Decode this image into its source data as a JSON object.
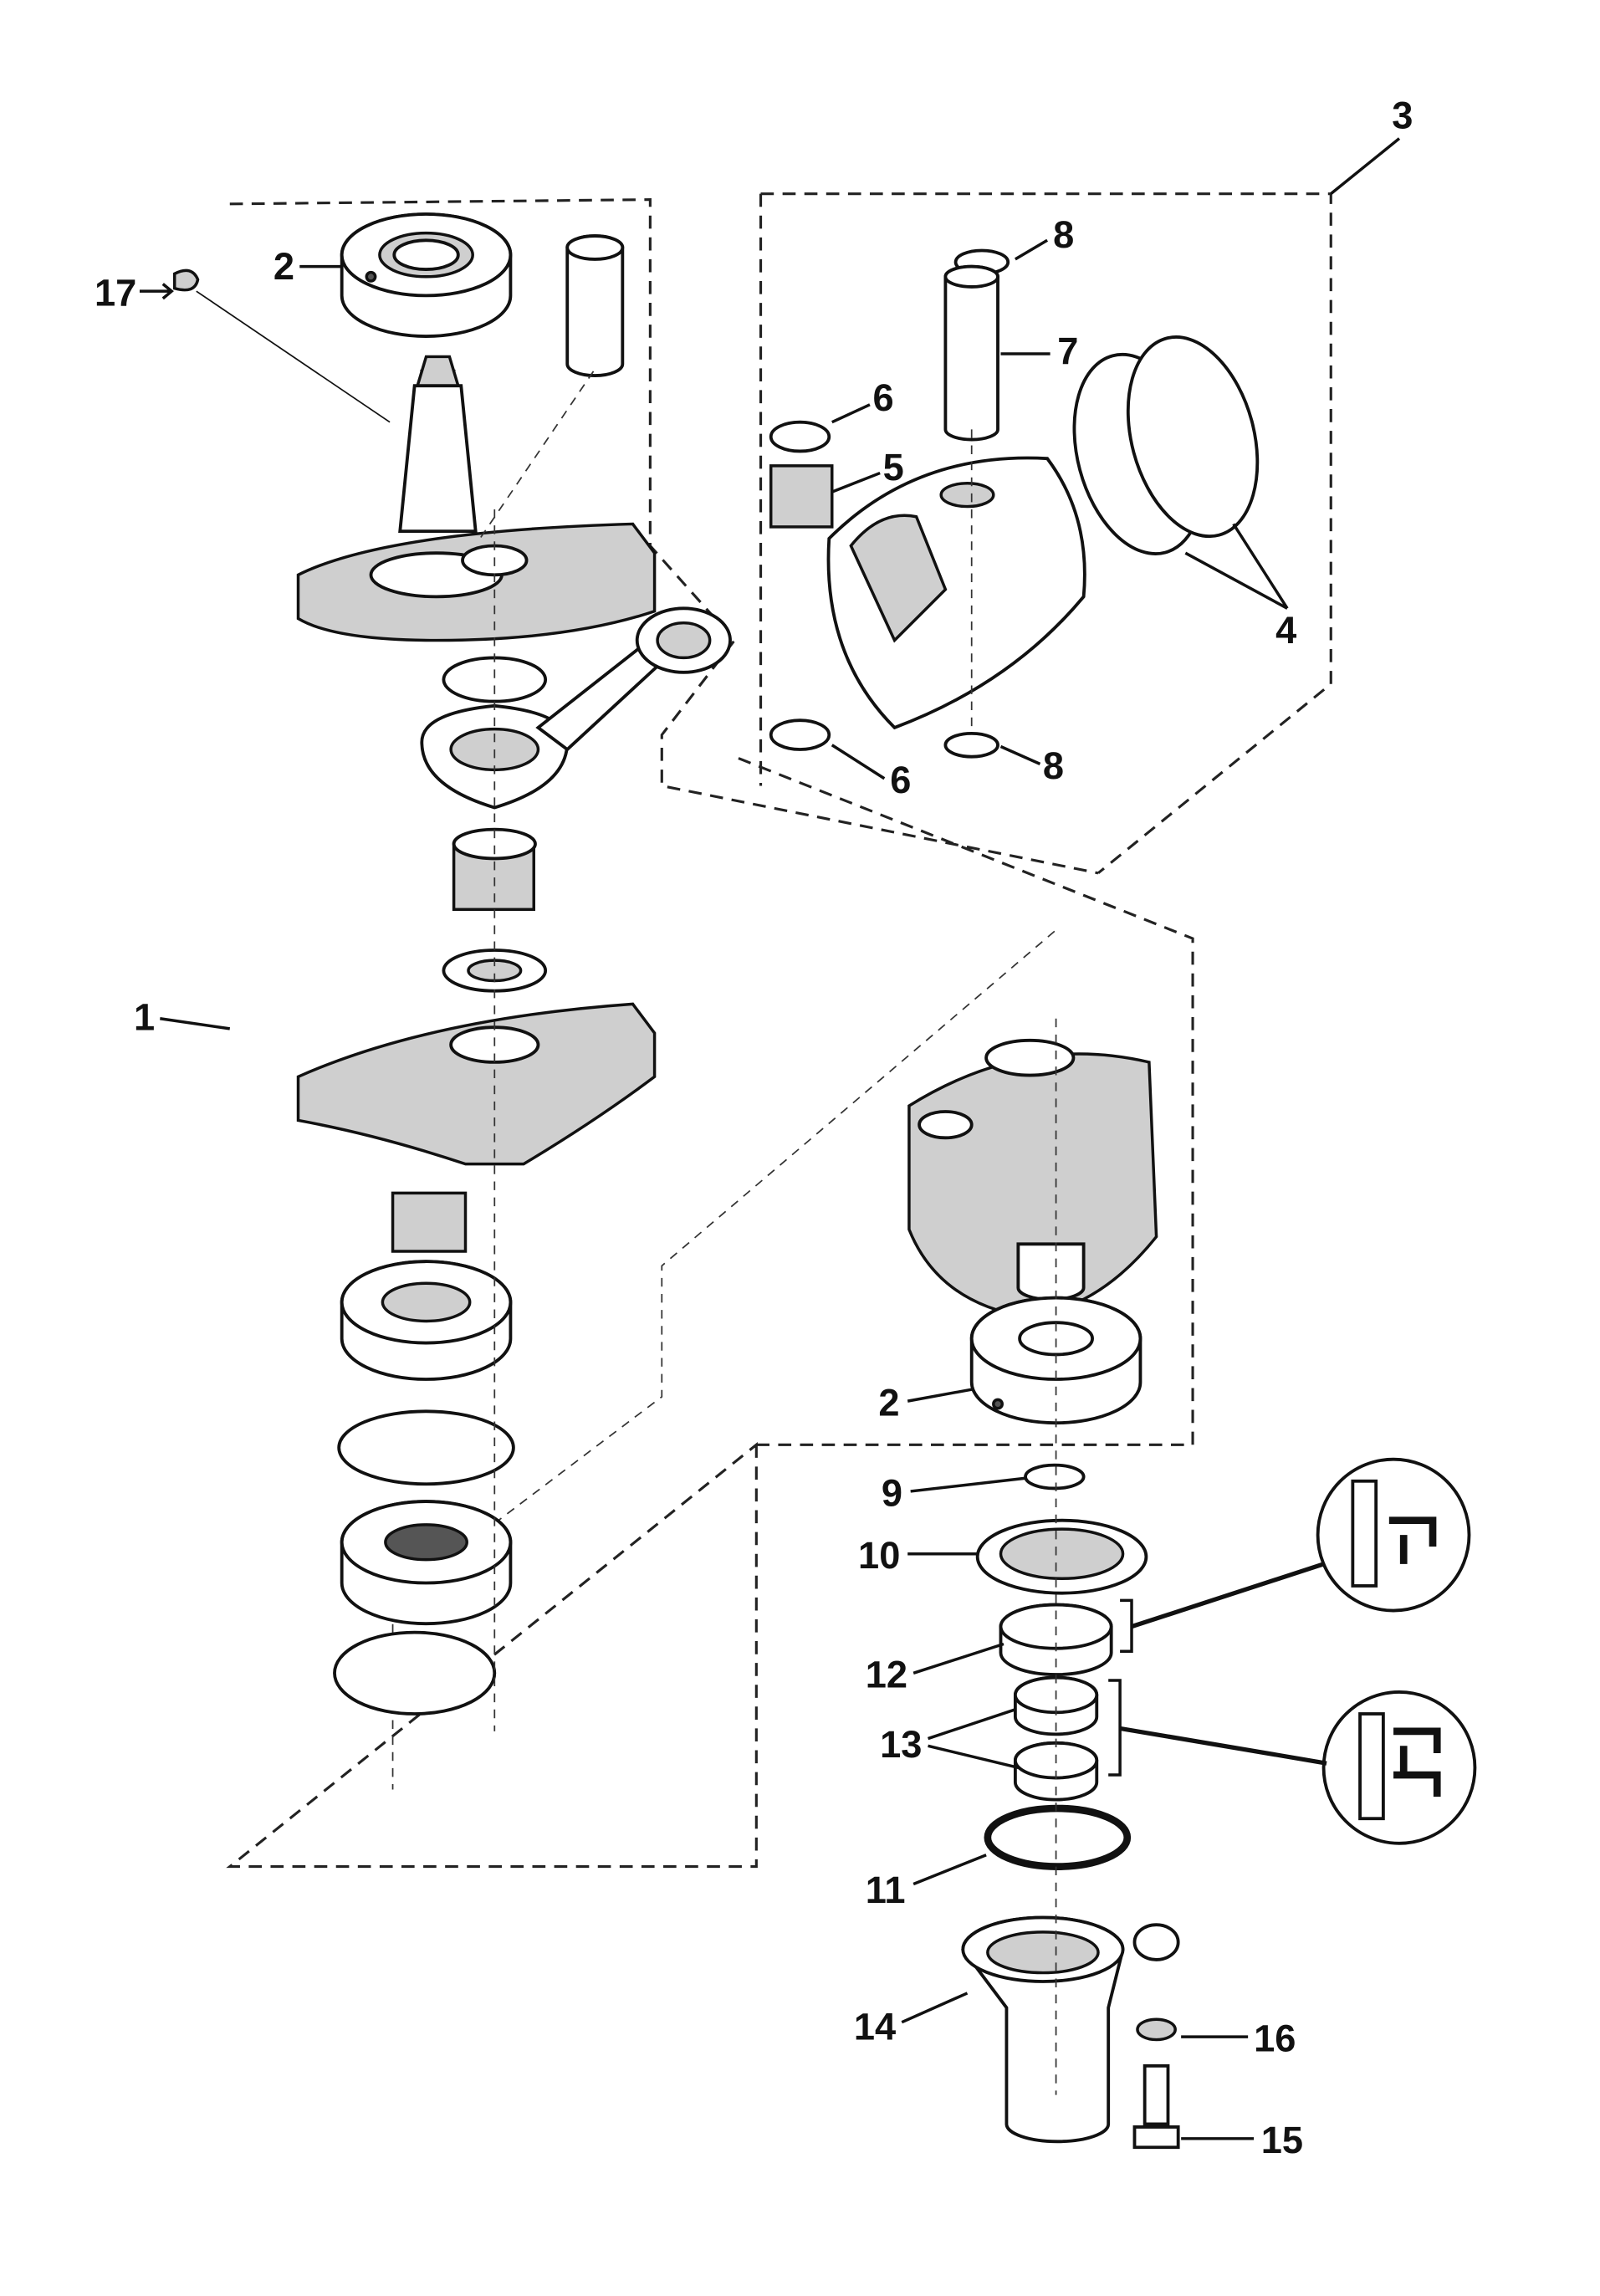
{
  "diagram": {
    "type": "exploded parts diagram",
    "callouts": [
      {
        "id": "c3",
        "label": "3"
      },
      {
        "id": "c17",
        "label": "17"
      },
      {
        "id": "c2a",
        "label": "2"
      },
      {
        "id": "c8a",
        "label": "8"
      },
      {
        "id": "c7",
        "label": "7"
      },
      {
        "id": "c6a",
        "label": "6"
      },
      {
        "id": "c5",
        "label": "5"
      },
      {
        "id": "c4",
        "label": "4"
      },
      {
        "id": "c8b",
        "label": "8"
      },
      {
        "id": "c6b",
        "label": "6"
      },
      {
        "id": "c1",
        "label": "1"
      },
      {
        "id": "c2b",
        "label": "2"
      },
      {
        "id": "c9",
        "label": "9"
      },
      {
        "id": "c10",
        "label": "10"
      },
      {
        "id": "c12",
        "label": "12"
      },
      {
        "id": "c13",
        "label": "13"
      },
      {
        "id": "c11",
        "label": "11"
      },
      {
        "id": "c14",
        "label": "14"
      },
      {
        "id": "c16",
        "label": "16"
      },
      {
        "id": "c15",
        "label": "15"
      }
    ]
  }
}
